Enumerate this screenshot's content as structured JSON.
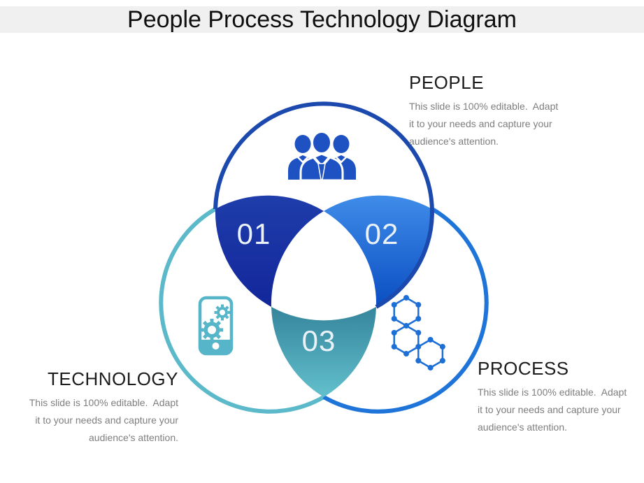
{
  "title": "People Process Technology Diagram",
  "sections": {
    "people": {
      "heading": "PEOPLE",
      "line1": "This slide is 100% editable.  Adapt",
      "line2": "it to your needs and capture your",
      "line3": "audience's attention."
    },
    "technology": {
      "heading": "TECHNOLOGY",
      "line1": "This slide is 100% editable.  Adapt",
      "line2": "it to your needs and capture your",
      "line3": "audience's attention."
    },
    "process": {
      "heading": "PROCESS",
      "line1": "This slide is 100% editable.  Adapt",
      "line2": "it to your needs and capture your",
      "line3": "audience's attention."
    }
  },
  "venn": {
    "label_01": "01",
    "label_02": "02",
    "label_03": "03",
    "colors": {
      "people_stroke": "#1b49ae",
      "technology_stroke": "#5bb9c9",
      "process_stroke": "#1e74d8",
      "intersection_01_top": "#1f3dab",
      "intersection_01_bottom": "#12269a",
      "intersection_02_top": "#3f8ce9",
      "intersection_02_bottom": "#0b4ec2",
      "intersection_03_top": "#35859c",
      "intersection_03_bottom": "#62c0cc",
      "people_icon": "#1e52c2",
      "technology_icon": "#56b5c8",
      "process_icon": "#1c6fd6"
    },
    "icons": {
      "people": "people-group-icon",
      "technology": "smartphone-gears-icon",
      "process": "molecule-hexagons-icon"
    }
  }
}
